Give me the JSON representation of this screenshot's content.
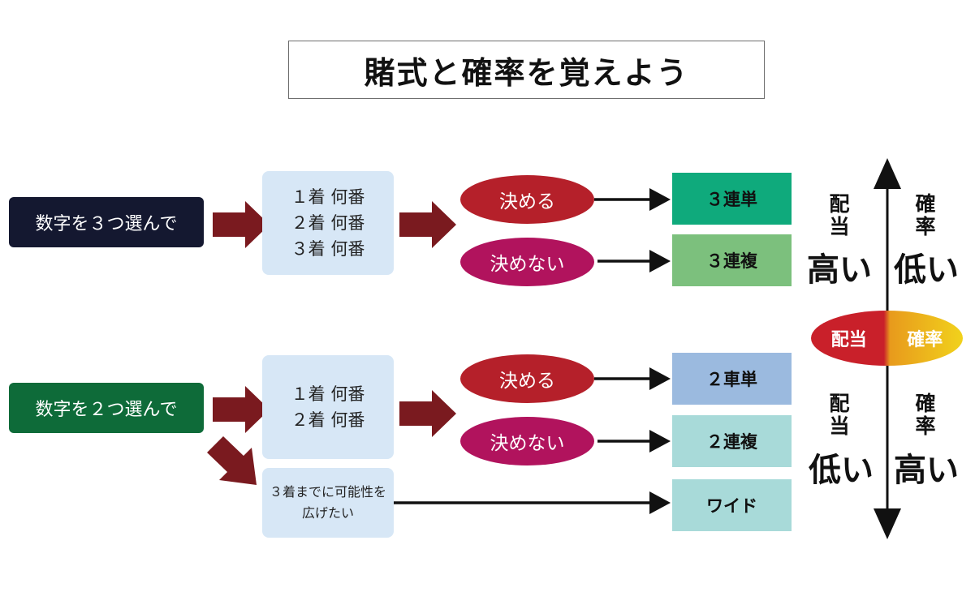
{
  "title": "賭式と確率を覚えよう",
  "groups": [
    {
      "start_label": "数字を３つ選んで",
      "positions": [
        "１着 何番",
        "２着 何番",
        "３着 何番"
      ],
      "decide": "決める",
      "not_decide": "決めない",
      "result_decide": "３連単",
      "result_not_decide": "３連複"
    },
    {
      "start_label": "数字を２つ選んで",
      "positions": [
        "１着 何番",
        "２着 何番"
      ],
      "decide": "決める",
      "not_decide": "決めない",
      "result_decide": "２車単",
      "result_not_decide": "２連複",
      "extra_label": "３着までに可能性を広げたい",
      "extra_result": "ワイド"
    }
  ],
  "scale": {
    "top_left_label": "配当",
    "top_left_value": "高い",
    "top_right_label": "確率",
    "top_right_value": "低い",
    "center_left": "配当",
    "center_right": "確率",
    "bottom_left_label": "配当",
    "bottom_left_value": "低い",
    "bottom_right_label": "確率",
    "bottom_right_value": "高い"
  },
  "colors": {
    "start_1": "#141830",
    "start_2": "#0e6b39",
    "block_arrow": "#7a1a1f",
    "decide_oval": "#b5202a",
    "not_decide_oval": "#b1135d",
    "res_3rentan": "#0faa7c",
    "res_3renpuku": "#7cc07d",
    "res_2shatan": "#9bbadf",
    "res_2renpuku": "#a8dad9",
    "res_wide": "#a8dad9"
  }
}
